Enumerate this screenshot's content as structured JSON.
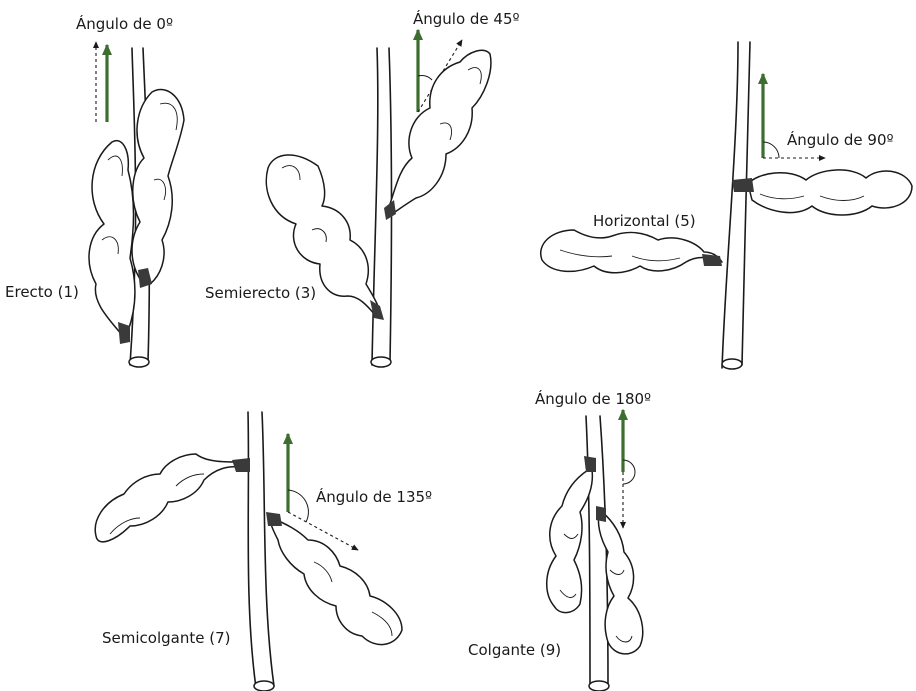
{
  "panels": [
    {
      "id": "erecto",
      "caption": "Erecto (1)",
      "angle_label": "Ángulo de 0º"
    },
    {
      "id": "semierecto",
      "caption": "Semierecto (3)",
      "angle_label": "Ángulo de 45º"
    },
    {
      "id": "horizontal",
      "caption": "Horizontal (5)",
      "angle_label": "Ángulo de 90º"
    },
    {
      "id": "semicolgante",
      "caption": "Semicolgante (7)",
      "angle_label": "Ángulo de 135º"
    },
    {
      "id": "colgante",
      "caption": "Colgante (9)",
      "angle_label": "Ángulo de 180º"
    }
  ],
  "colors": {
    "reference_arrow": "#3c6e2f",
    "outline": "#1a1a1a",
    "peduncle": "#3a3a3a"
  }
}
